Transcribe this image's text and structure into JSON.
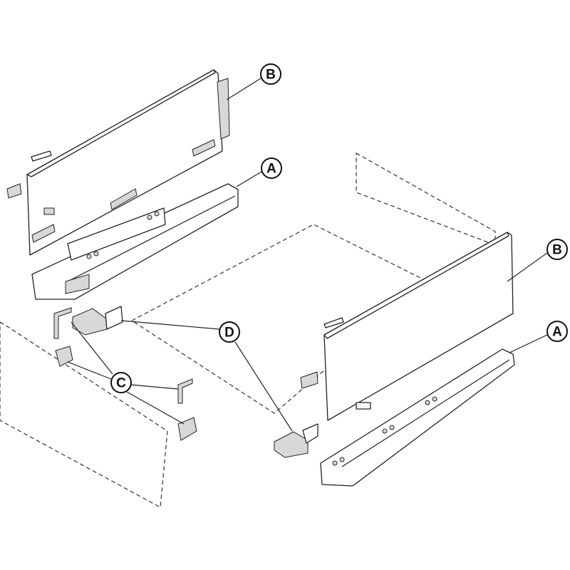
{
  "callouts": {
    "b_top": "B",
    "a_top": "A",
    "d": "D",
    "c": "C",
    "b_right": "B",
    "a_right": "A"
  }
}
